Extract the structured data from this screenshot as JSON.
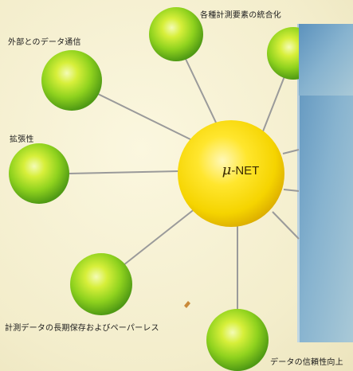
{
  "center": {
    "prefix": "μ",
    "name": "-NET"
  },
  "nodes": [
    {
      "id": "integration",
      "label": "各種計測要素の統合化"
    },
    {
      "id": "communication",
      "label": "外部とのデータ通信"
    },
    {
      "id": "expandability",
      "label": "拡張性"
    },
    {
      "id": "storage",
      "label": "計測データの長期保存およびペーパーレス"
    },
    {
      "id": "reliability",
      "label": "データの信頼性向上"
    }
  ],
  "colors": {
    "background": "#f6f1d2",
    "center_sphere": "#f5d400",
    "node_sphere": "#8fd21e",
    "panel": "#79a7c7",
    "connector": "#9a9a9a"
  }
}
